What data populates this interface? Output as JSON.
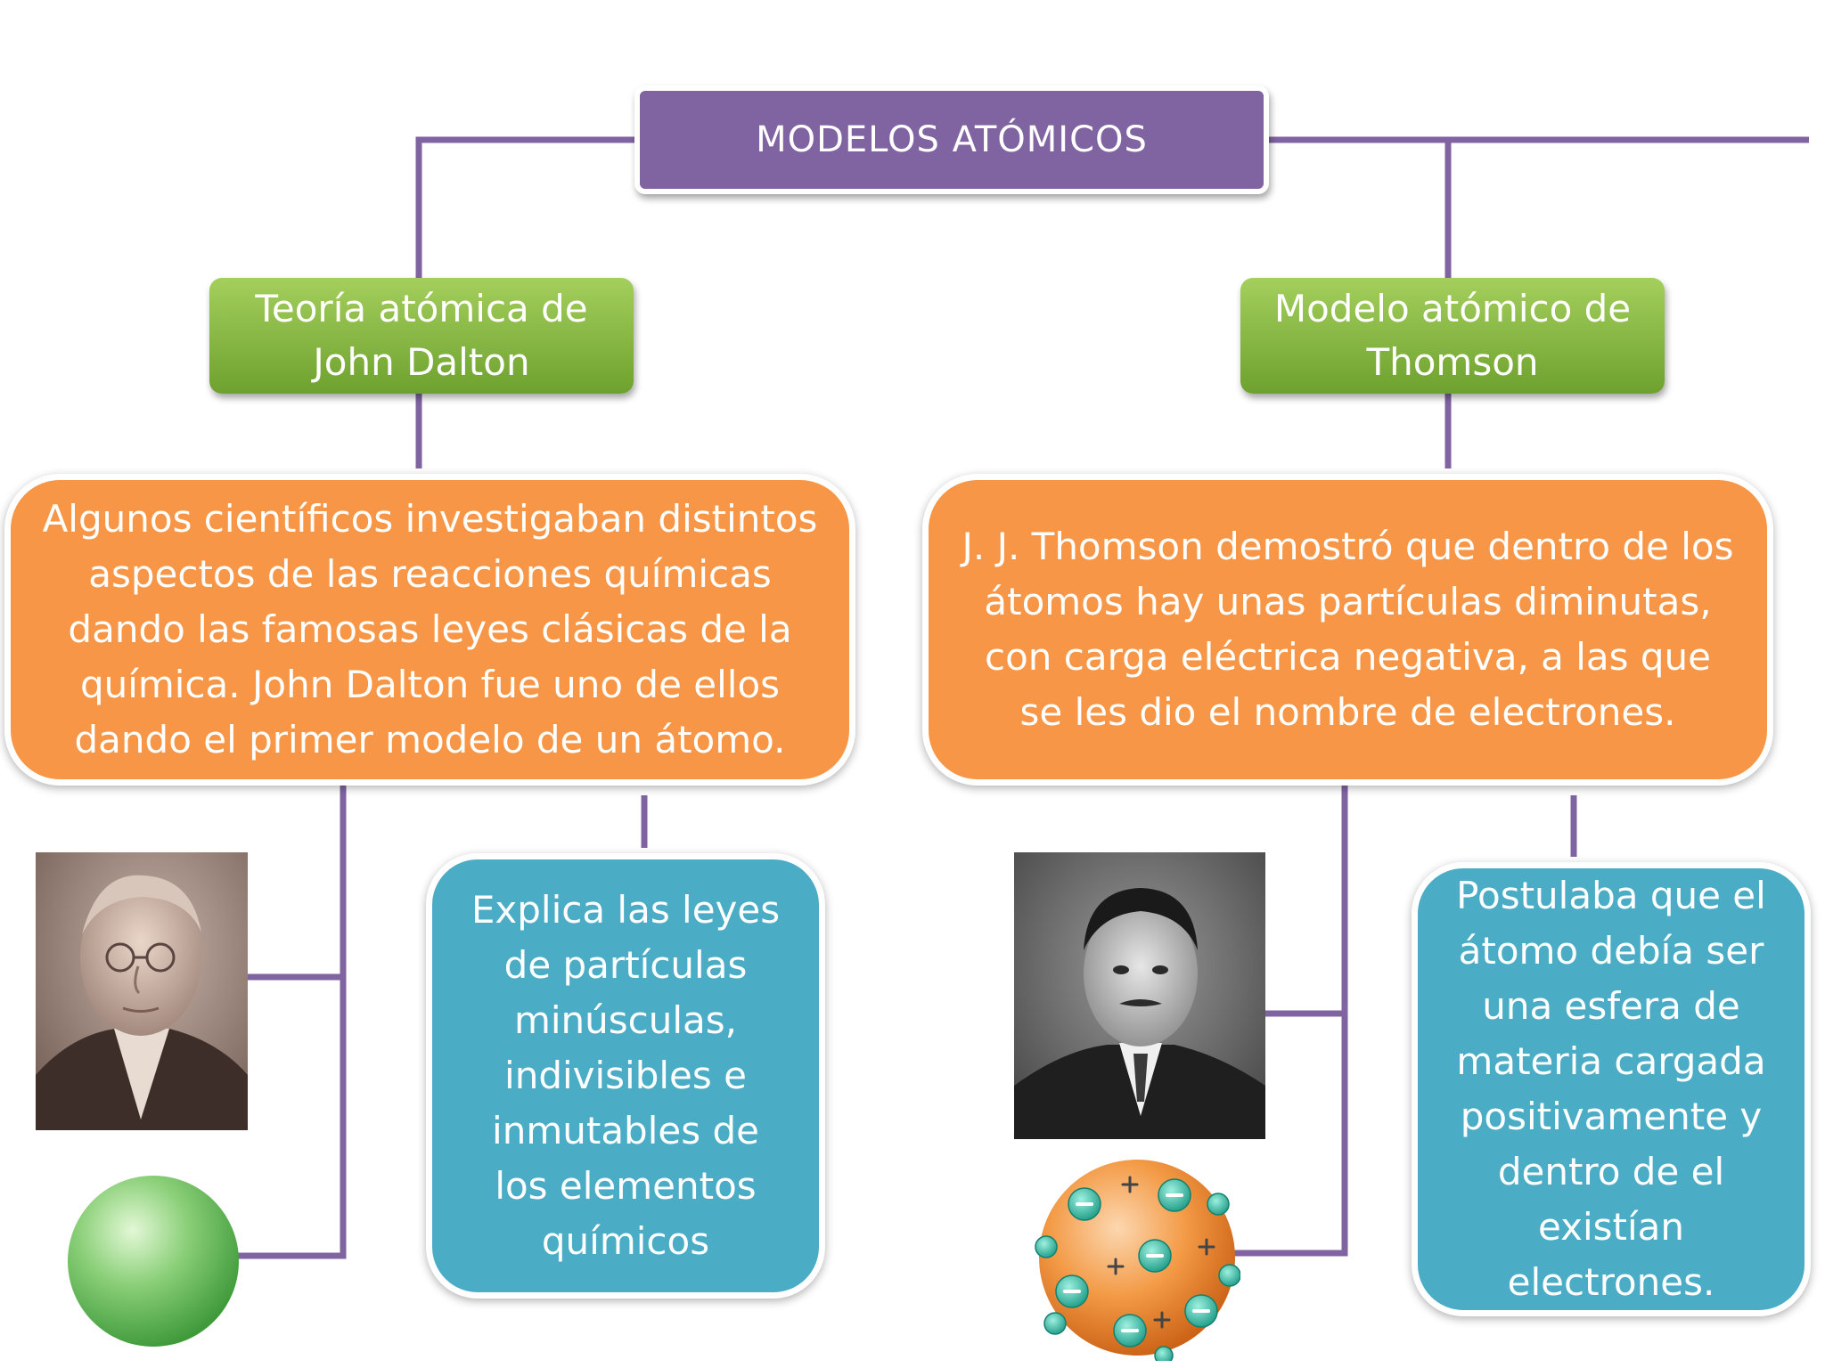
{
  "diagram": {
    "title": "MODELOS ATÓMICOS",
    "colors": {
      "title": "#8064a2",
      "connector": "#8064a2",
      "green": "#77b140",
      "orange": "#f79646",
      "blue": "#4bacc6"
    },
    "dalton": {
      "heading_line1": "Teoría atómica de",
      "heading_line2": "John Dalton",
      "description": "Algunos científicos investigaban distintos aspectos de las reacciones químicas dando las famosas leyes clásicas de la química. John Dalton fue uno de ellos dando el primer modelo de un átomo.",
      "explanation": "Explica las leyes de partículas minúsculas, indivisibles e inmutables de los elementos químicos"
    },
    "thomson": {
      "heading_line1": "Modelo atómico de",
      "heading_line2": "Thomson",
      "description": "J. J. Thomson demostró que dentro de los átomos hay unas partículas diminutas, con carga eléctrica negativa, a las que se les dio el nombre de electrones.",
      "explanation": "Postulaba que el átomo debía ser una esfera de materia cargada positivamente y dentro de el existían electrones."
    }
  }
}
